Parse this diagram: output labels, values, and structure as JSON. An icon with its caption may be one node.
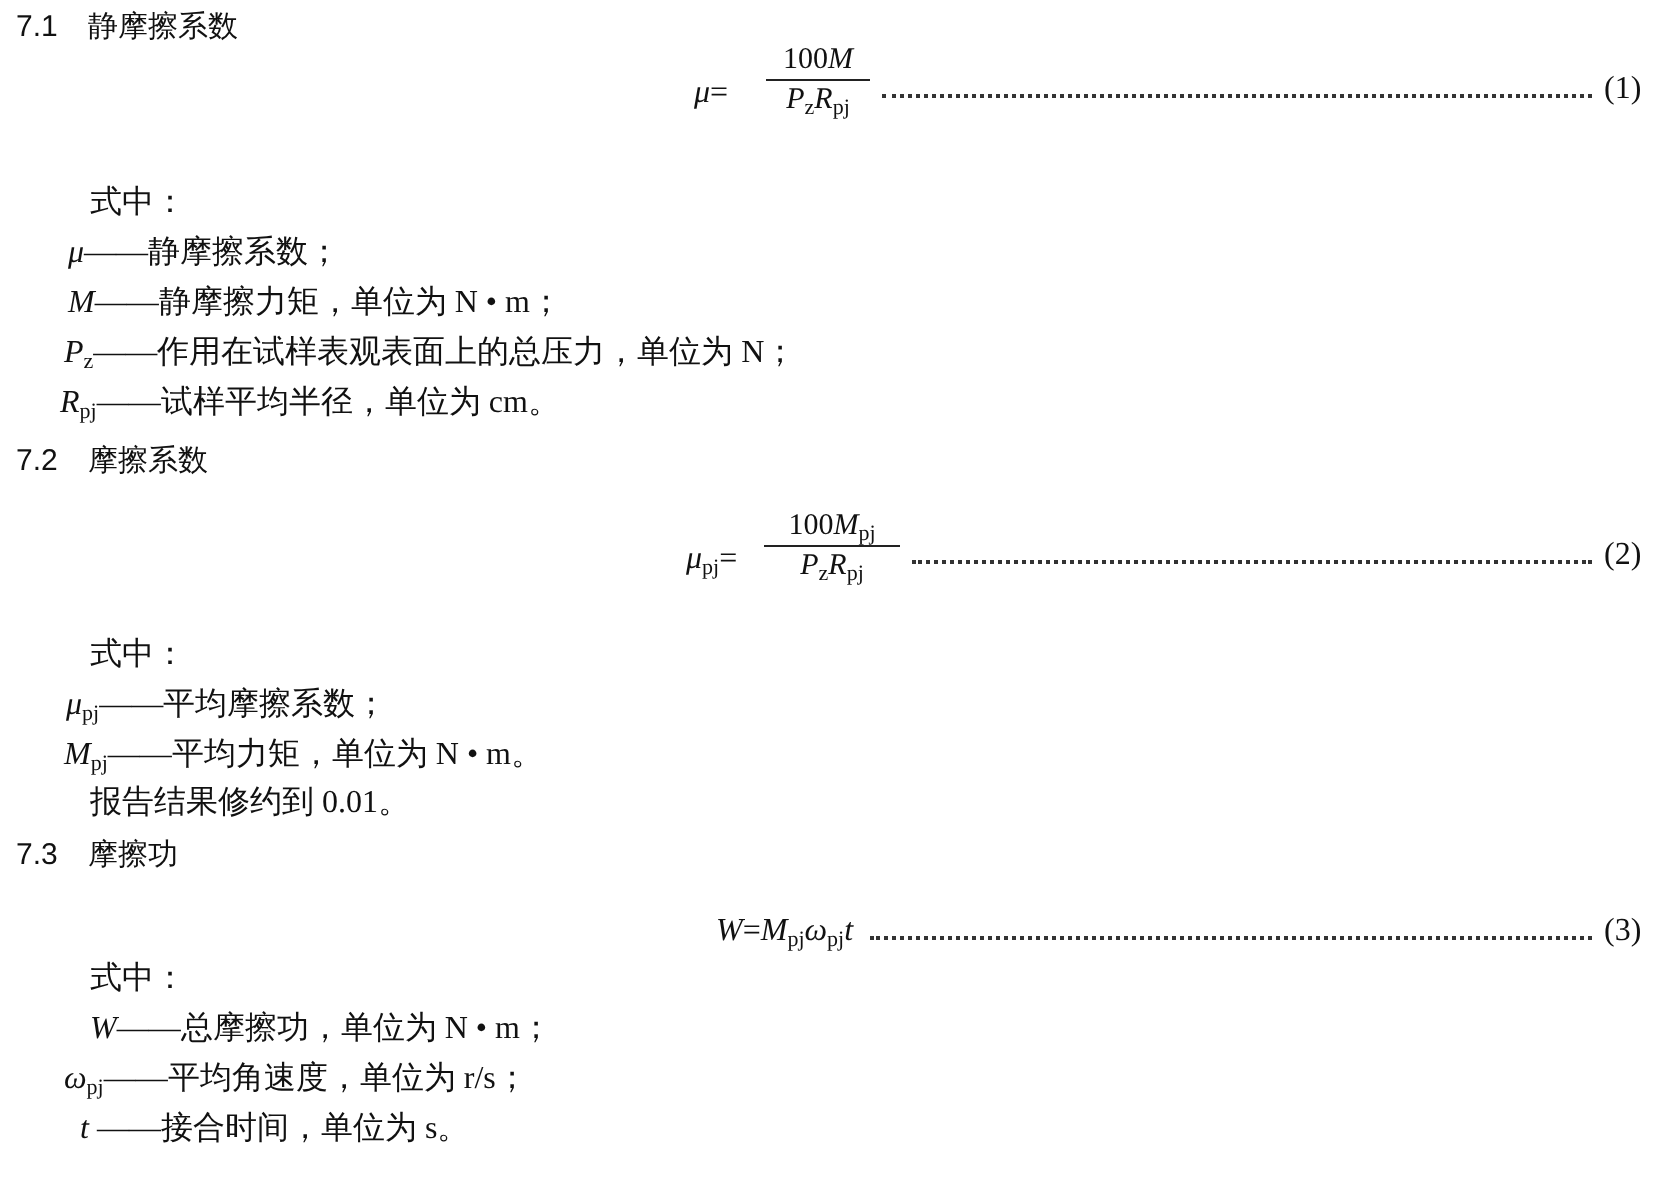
{
  "diagram": {
    "labels": [
      "7.1　静摩擦系数",
      "*μ*=",
      "100M",
      "*P*$_{z}$*R*$_{pj}$",
      "(1)",
      "式中：",
      "*μ*——静摩擦系数；",
      "*M*——静摩擦力矩，单位为 N • m；",
      "*P*$_{z}$——作用在试样表观表面上的总压力，单位为 N；",
      "*R*$_{pj}$——试样平均半径，单位为 cm。",
      "7.2　摩擦系数",
      "*μ*$_{pj}$=",
      "100M$_{pj}$",
      "*P*$_{z}$*R*$_{pj}$",
      "(2)",
      "式中：",
      "*μ*$_{pj}$——平均摩擦系数；",
      "*M*$_{pj}$——平均力矩，单位为 N • m。",
      "报告结果修约到 0.01。",
      "7.3　摩擦功",
      "*W*=*M*$_{pj}$*ω*$_{pj}$*t*",
      "(3)",
      "式中：",
      "*W*——总摩擦功，单位为 N • m；",
      "*ω*$_{pj}$——平均角速度，单位为 r/s；",
      "*t* ——接合时间，单位为 s。"
    ]
  }
}
